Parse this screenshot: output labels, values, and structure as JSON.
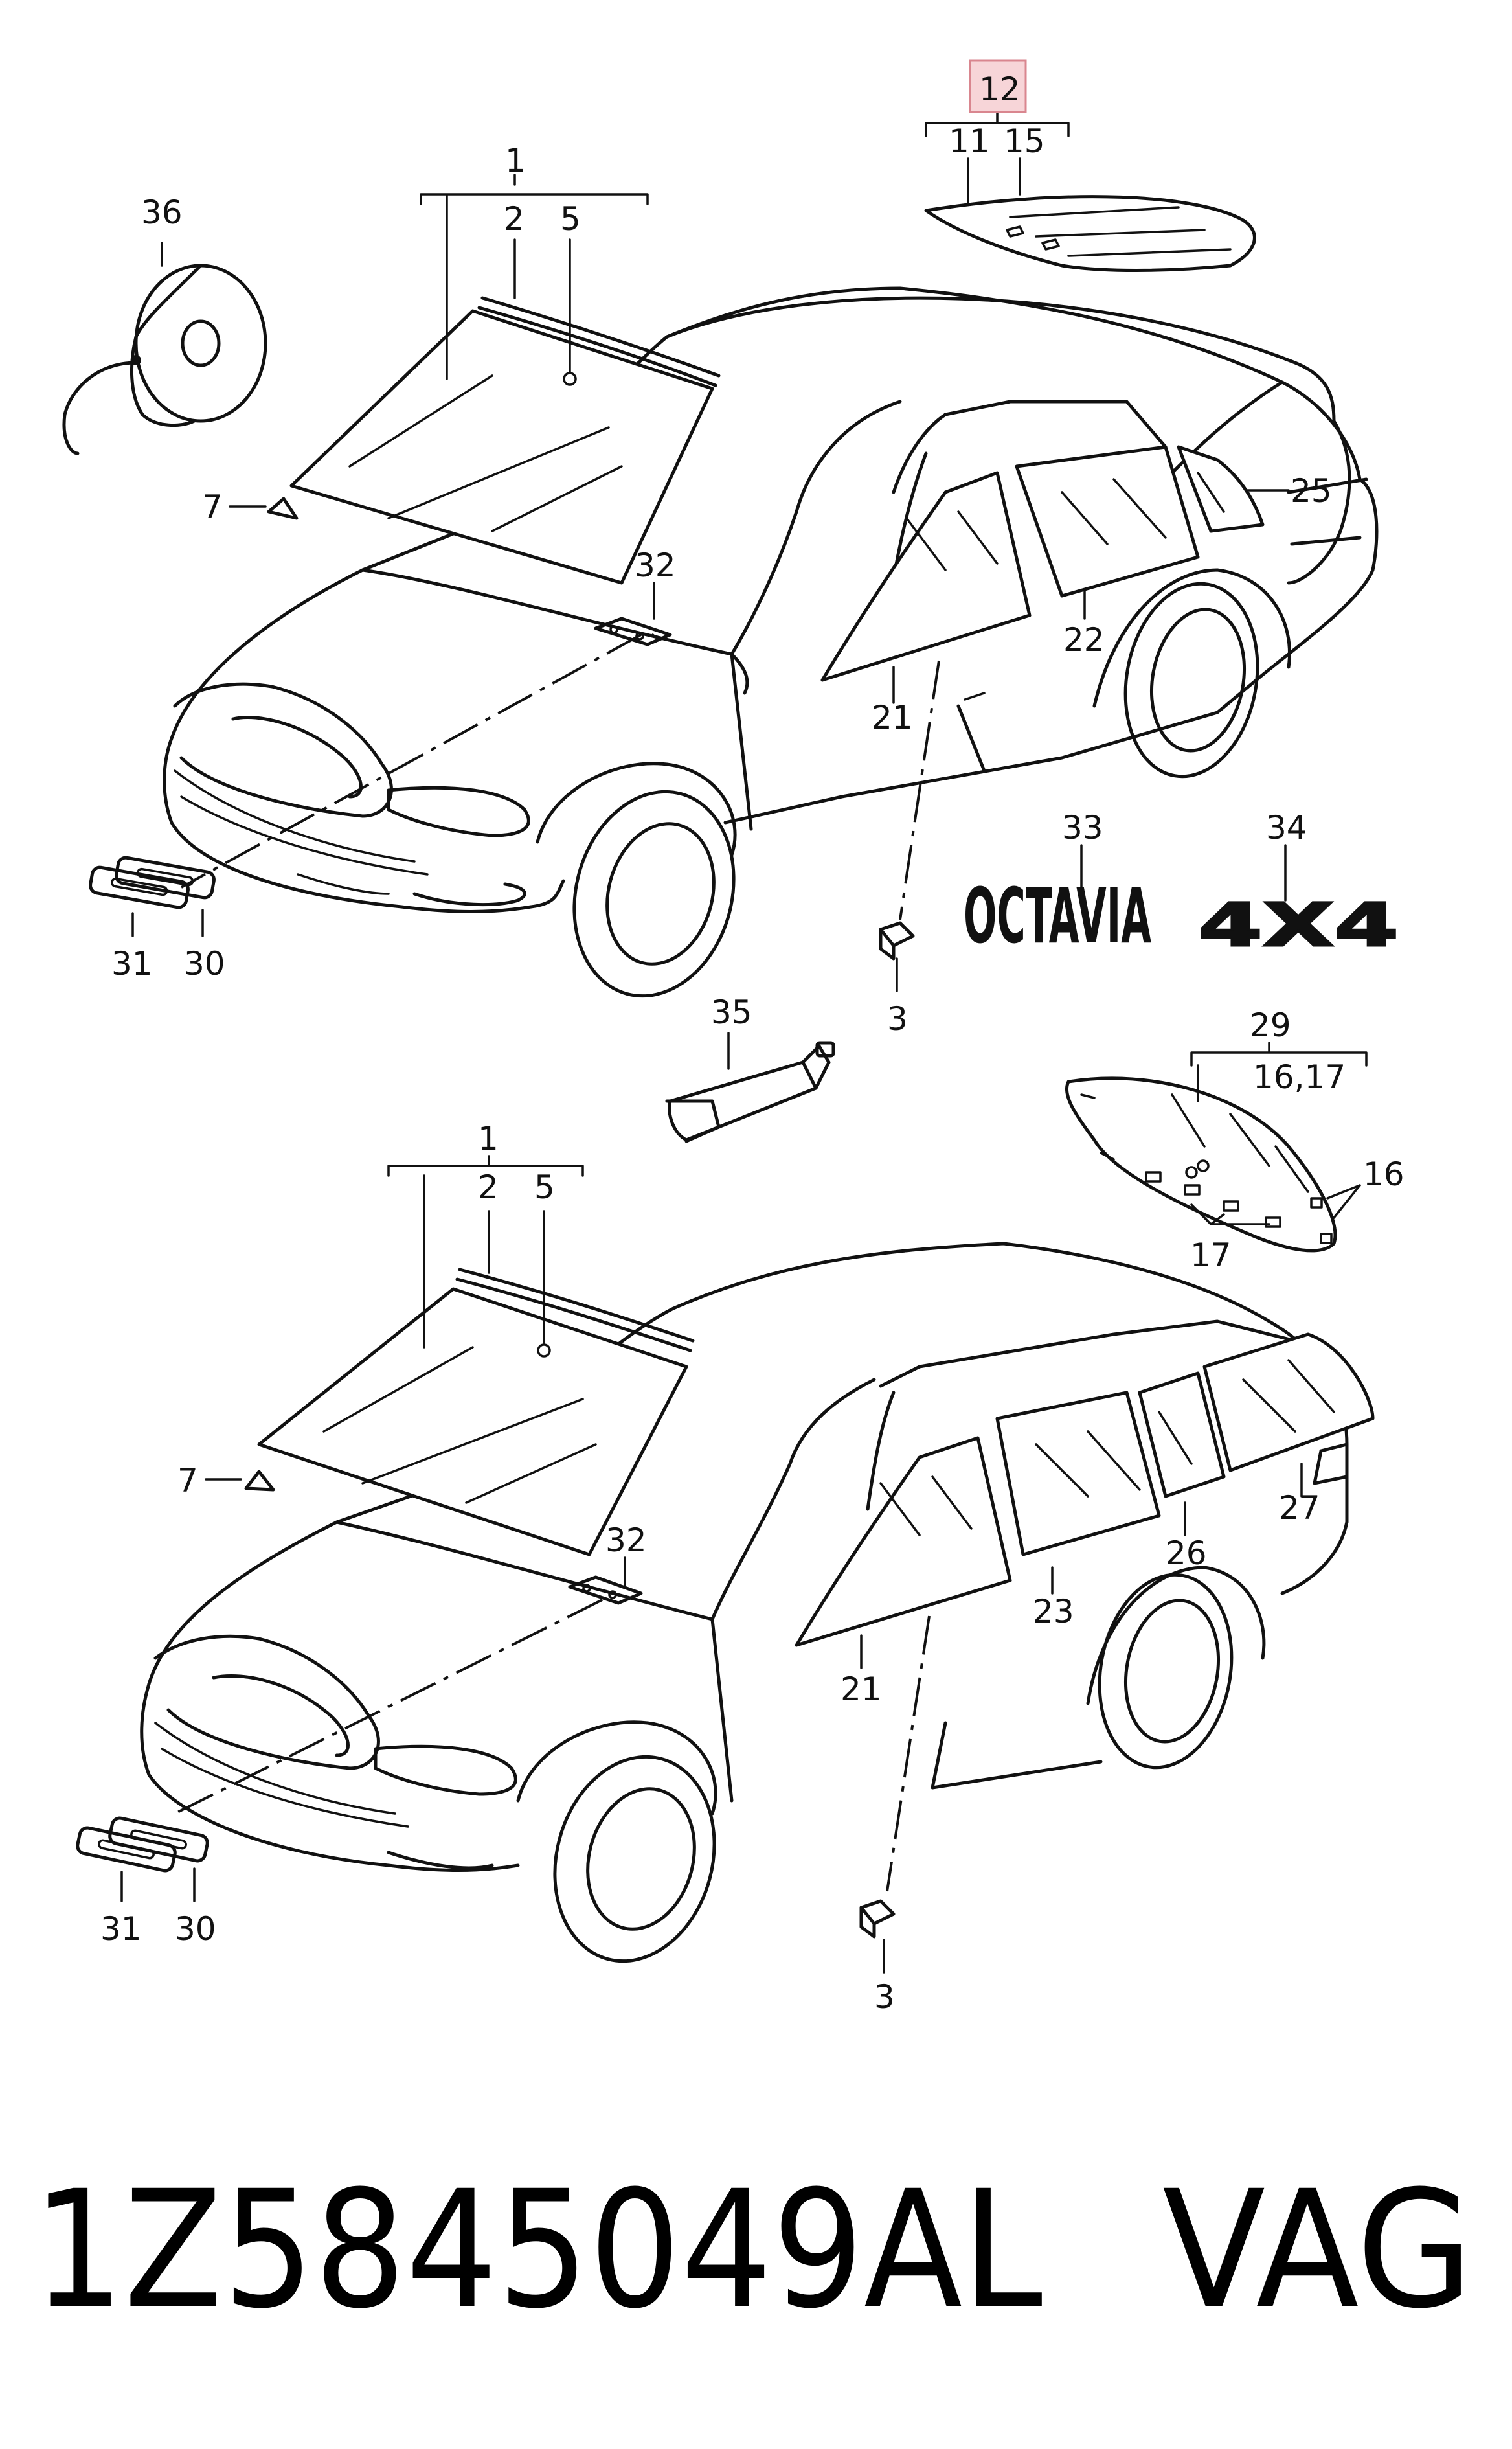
{
  "callouts_top": {
    "c1": "1",
    "c2": "2",
    "c5": "5",
    "c36": "36",
    "c7": "7",
    "c32": "32",
    "c31": "31",
    "c30": "30",
    "c3": "3",
    "c21": "21",
    "c22": "22",
    "c25": "25",
    "c12": "12",
    "c11": "11",
    "c15": "15",
    "c33": "33",
    "c34": "34",
    "c35": "35"
  },
  "callouts_bottom": {
    "c1": "1",
    "c2": "2",
    "c5": "5",
    "c7": "7",
    "c32": "32",
    "c31": "31",
    "c30": "30",
    "c3": "3",
    "c21": "21",
    "c23": "23",
    "c26": "26",
    "c27": "27",
    "c29": "29",
    "c1617": "16,17",
    "c16": "16",
    "c17": "17"
  },
  "badges": {
    "octavia": "OCTAVIA",
    "four_x_four": "4X4"
  },
  "footer": {
    "part_number": "1Z5845049AL",
    "brand": "VAG"
  },
  "highlight": {
    "callout": "12",
    "color": "#f7d5d8"
  }
}
